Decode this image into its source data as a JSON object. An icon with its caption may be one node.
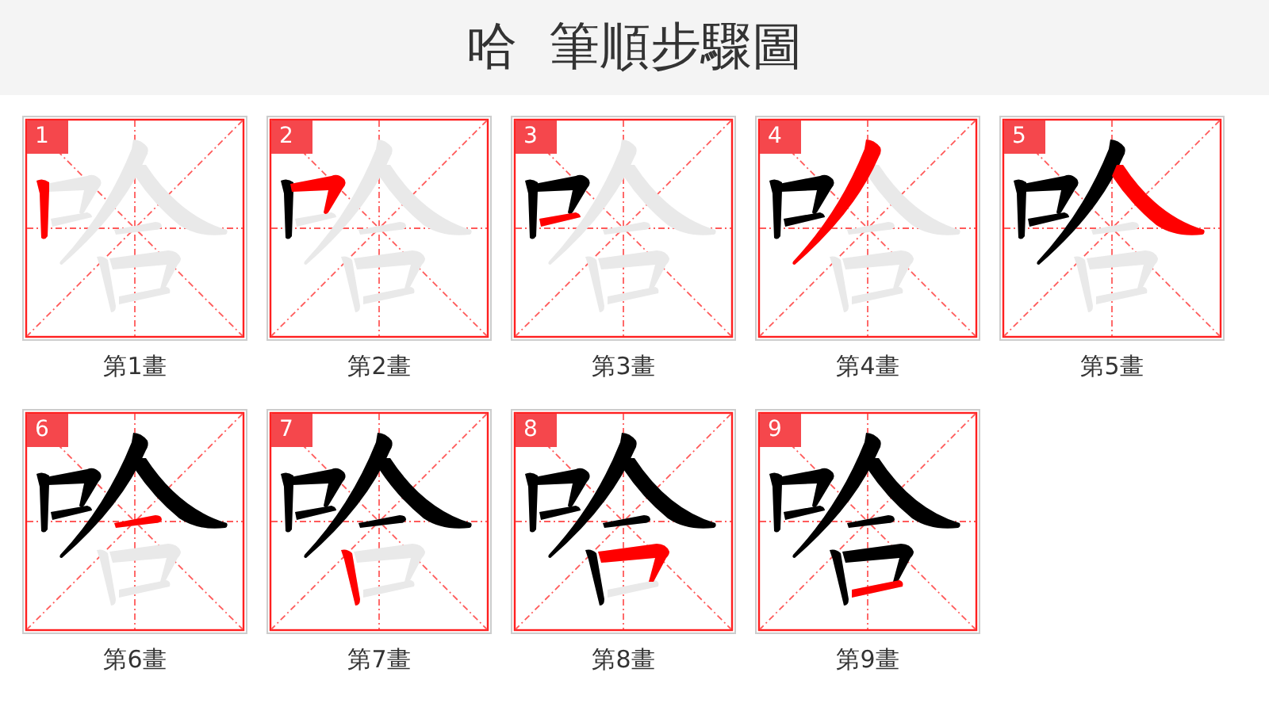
{
  "diagram": {
    "title": "哈 筆順步驟圖",
    "nodes": [
      {
        "text": [
          "1"
        ],
        "beside": [
          "第1畫"
        ]
      },
      {
        "text": [
          "2"
        ],
        "beside": [
          "第2畫"
        ]
      },
      {
        "text": [
          "3"
        ],
        "beside": [
          "第3畫"
        ]
      },
      {
        "text": [
          "4"
        ],
        "beside": [
          "第4畫"
        ]
      },
      {
        "text": [
          "5"
        ],
        "beside": [
          "第5畫"
        ]
      },
      {
        "text": [
          "6"
        ],
        "beside": [
          "第6畫"
        ]
      },
      {
        "text": [
          "7"
        ],
        "beside": [
          "第7畫"
        ]
      },
      {
        "text": [
          "8"
        ],
        "beside": [
          "第8畫"
        ]
      },
      {
        "text": [
          "9"
        ],
        "beside": [
          "第9畫"
        ]
      }
    ]
  }
}
